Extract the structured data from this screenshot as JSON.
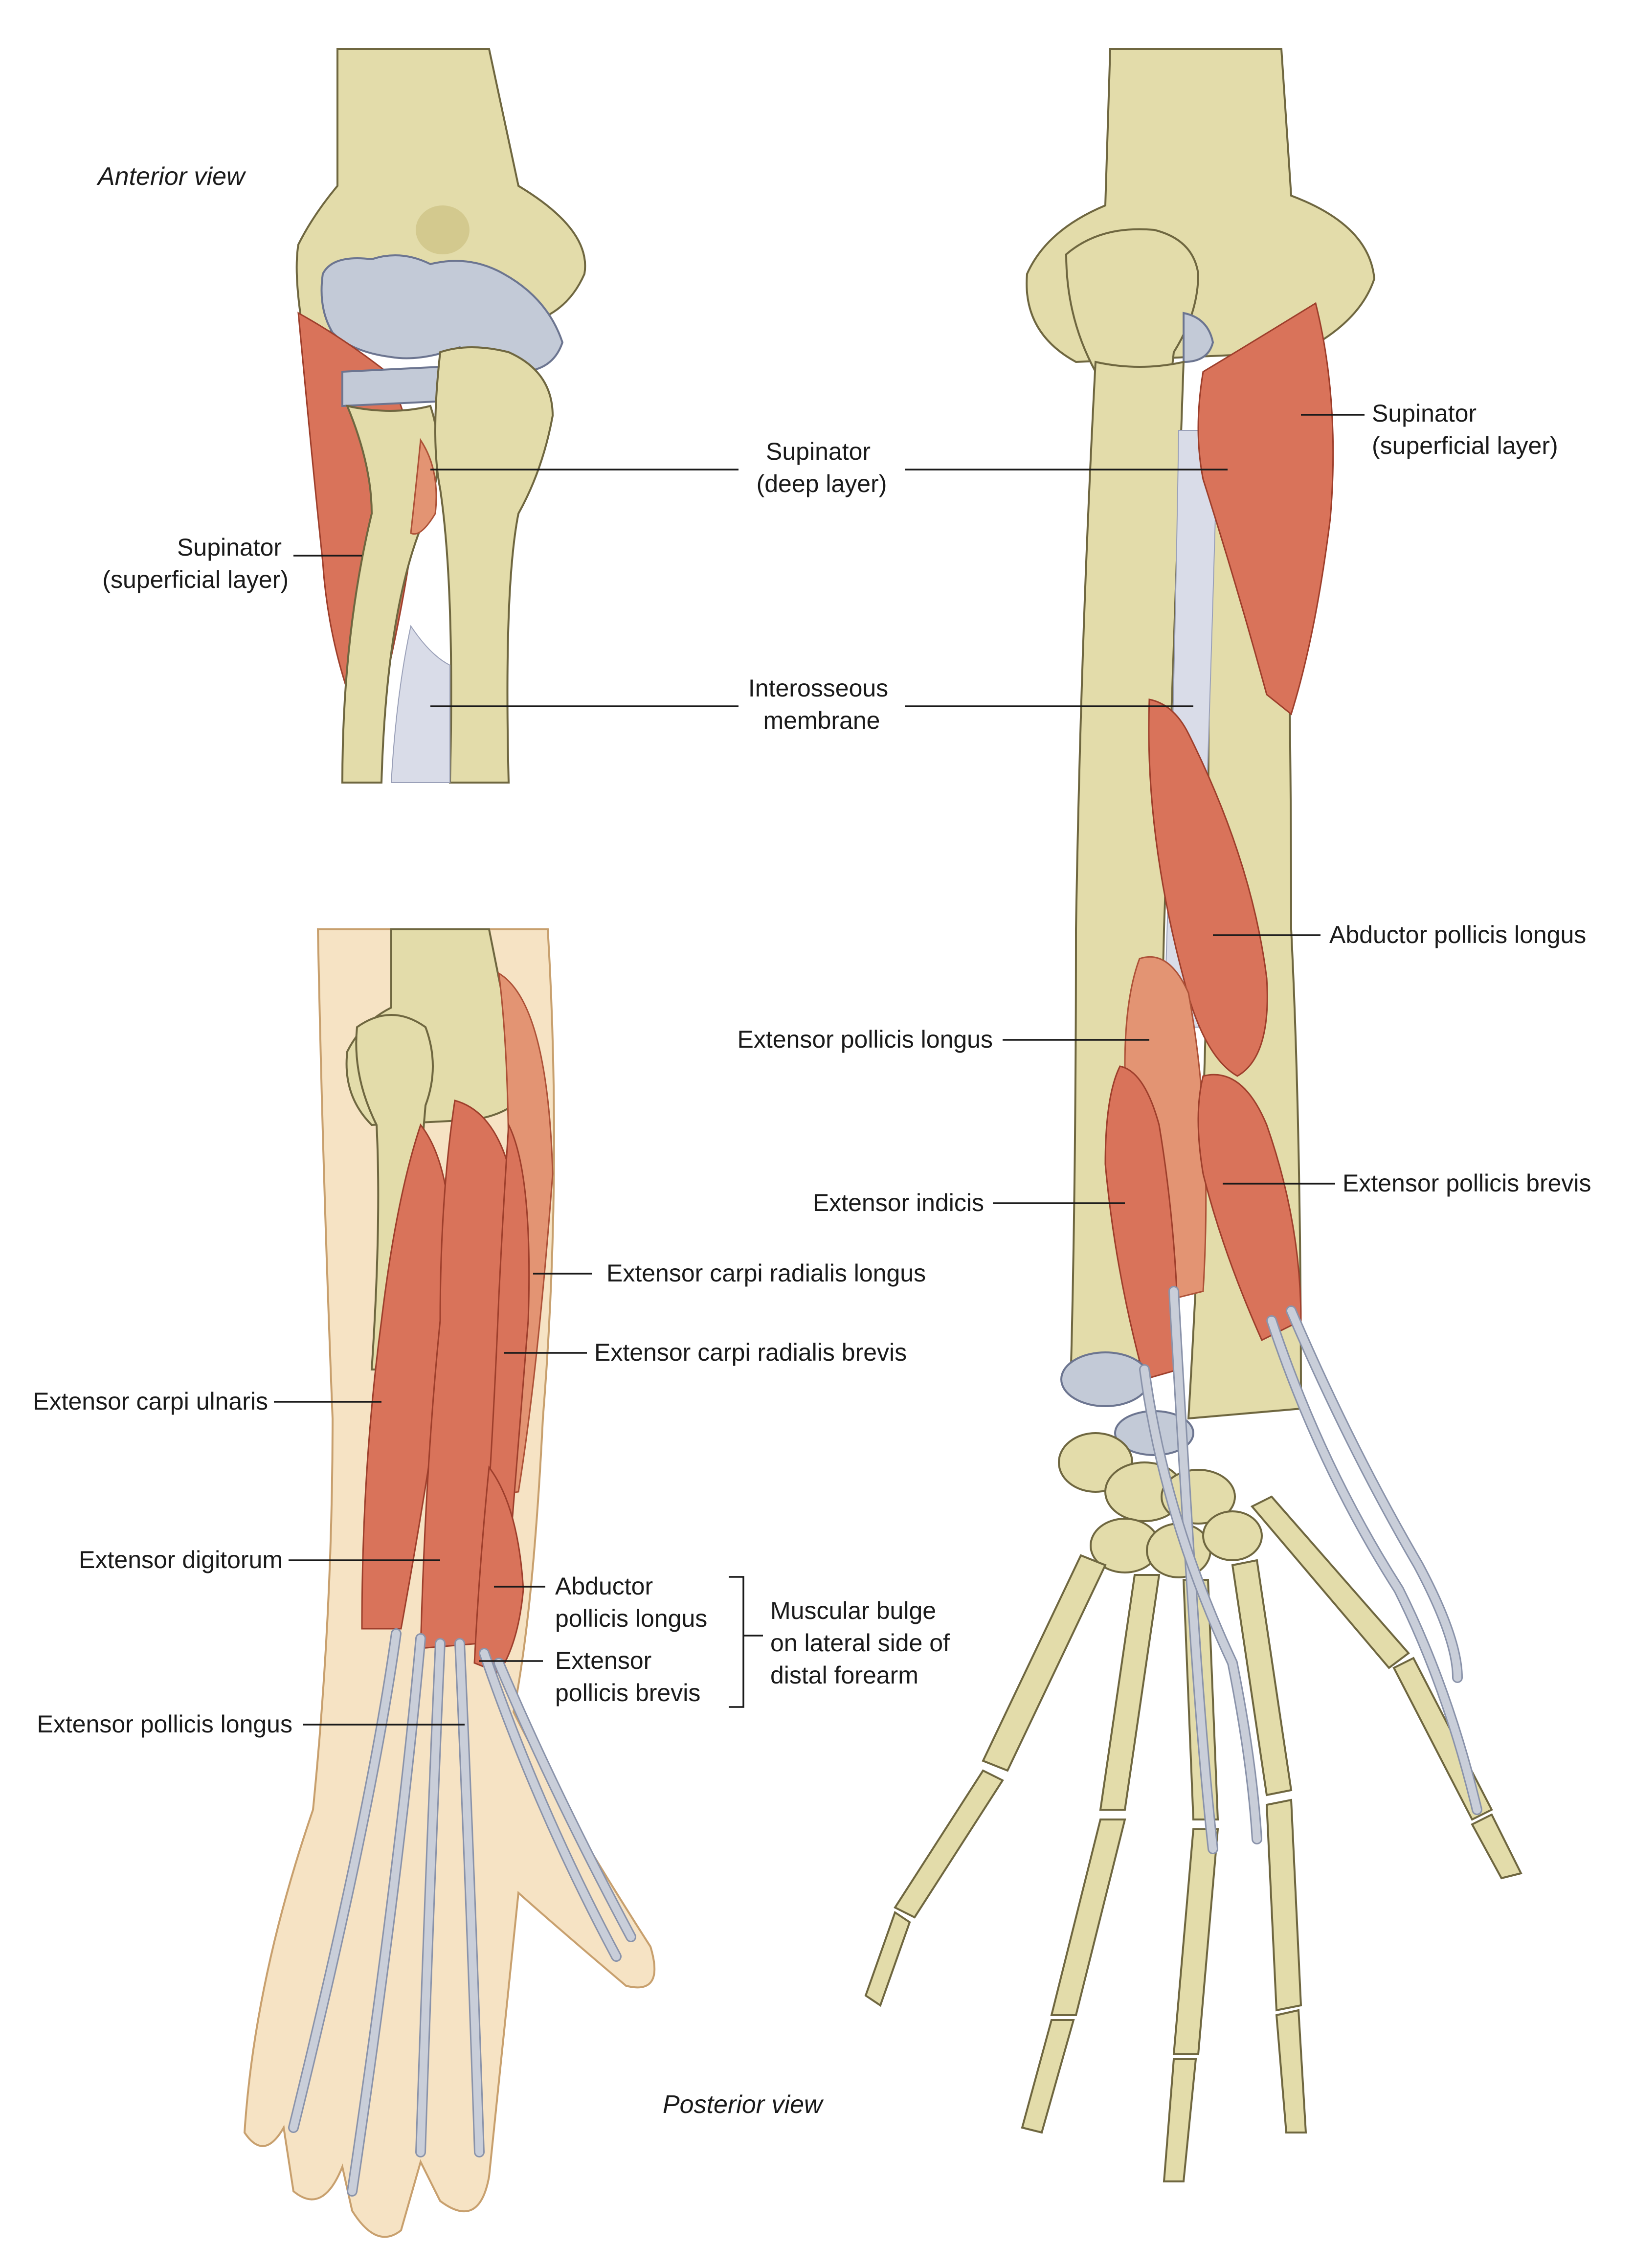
{
  "views": {
    "anterior": "Anterior view",
    "posterior": "Posterior view"
  },
  "labels": {
    "supinator_sup_left": [
      "Supinator",
      "(superficial layer)"
    ],
    "supinator_deep": [
      "Supinator",
      "(deep layer)"
    ],
    "supinator_sup_right": [
      "Supinator",
      "(superficial layer)"
    ],
    "interosseous": [
      "Interosseous",
      "membrane"
    ],
    "apl_right": [
      "Abductor pollicis longus"
    ],
    "epl_right": [
      "Extensor pollicis longus"
    ],
    "ei": [
      "Extensor indicis"
    ],
    "epb_right": [
      "Extensor pollicis brevis"
    ],
    "ecrl": [
      "Extensor carpi radialis longus"
    ],
    "ecrb": [
      "Extensor carpi radialis brevis"
    ],
    "ecu": [
      "Extensor carpi ulnaris"
    ],
    "ed": [
      "Extensor digitorum"
    ],
    "apl_left": [
      "Abductor",
      "pollicis longus"
    ],
    "epb_left": [
      "Extensor",
      "pollicis brevis"
    ],
    "epl_left": [
      "Extensor pollicis longus"
    ],
    "bulge": [
      "Muscular bulge",
      "on lateral side of",
      "distal forearm"
    ]
  },
  "colors": {
    "bone": "#e3dcaa",
    "cartilage": "#c3cad7",
    "muscle": "#d9735a",
    "tendon": "#c9ced9",
    "skin": "#f6e3c4"
  }
}
